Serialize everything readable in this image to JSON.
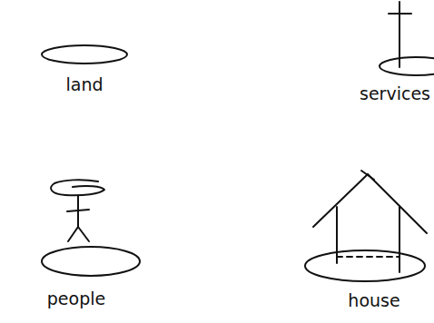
{
  "diagram": {
    "labels": [
      "land",
      "services",
      "people",
      "house"
    ]
  }
}
